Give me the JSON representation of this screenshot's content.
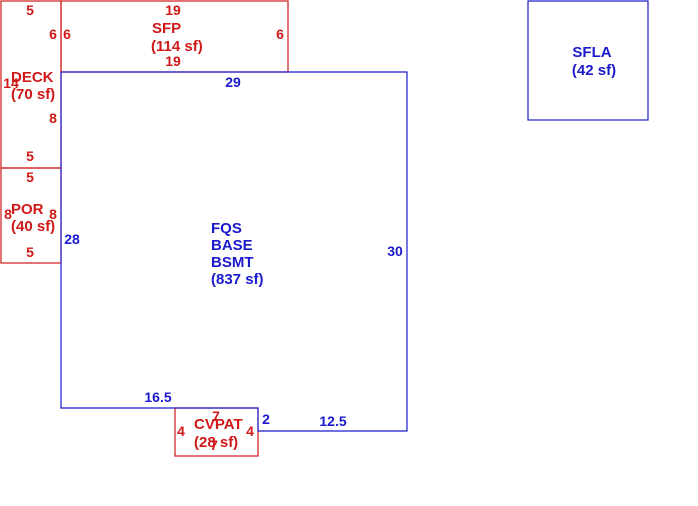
{
  "colors": {
    "main": "#1a1acc",
    "addition": "#d01818",
    "background": "#ffffff"
  },
  "areas": {
    "fqs": {
      "line1": "FQS",
      "line2": "BASE",
      "line3": "BSMT",
      "area": "(837 sf)"
    },
    "sfp": {
      "name": "SFP",
      "area": "(114 sf)"
    },
    "deck": {
      "name": "DECK",
      "area": "(70 sf)"
    },
    "por": {
      "name": "POR",
      "area": "(40 sf)"
    },
    "cvpat": {
      "name": "CVPAT",
      "area": "(28 sf)"
    },
    "sfla": {
      "name": "SFLA",
      "area": "(42 sf)"
    }
  },
  "dims": {
    "fqs_top": "29",
    "fqs_right": "30",
    "fqs_left": "28",
    "fqs_bottom_left": "16.5",
    "fqs_bottom_right": "12.5",
    "fqs_step": "2",
    "sfp_top": "19",
    "sfp_bottom": "19",
    "sfp_left": "6",
    "sfp_right": "6",
    "deck_top": "5",
    "deck_left": "14",
    "deck_right_a": "6",
    "deck_right_b": "8",
    "deck_bottom": "5",
    "por_top": "5",
    "por_left": "8",
    "por_right": "8",
    "por_bottom": "5",
    "cvpat_top": "7",
    "cvpat_bottom": "7",
    "cvpat_left": "4",
    "cvpat_right": "4"
  }
}
